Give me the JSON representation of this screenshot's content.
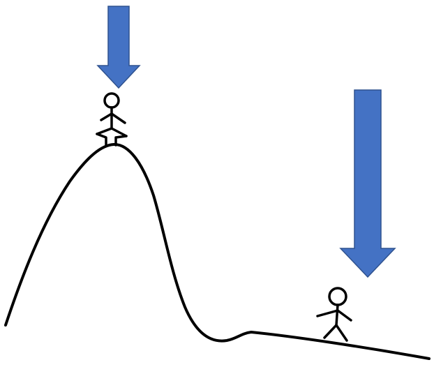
{
  "colors": {
    "background": "#ffffff",
    "arrow_fill": "#4472c4",
    "arrow_stroke": "#2f528f",
    "ink": "#000000"
  },
  "diagram": {
    "elements": [
      {
        "kind": "terrain",
        "description": "hill-with-tall-peak-and-low-plain"
      },
      {
        "kind": "arrow",
        "icon": "down-arrow-icon",
        "relative_length": "short",
        "target": "figure-on-peak"
      },
      {
        "kind": "arrow",
        "icon": "down-arrow-icon",
        "relative_length": "long",
        "target": "figure-on-plain"
      },
      {
        "kind": "figure",
        "icon": "stick-figure-icon",
        "location": "peak",
        "pose": "standing"
      },
      {
        "kind": "figure",
        "icon": "stick-figure-icon",
        "location": "plain",
        "pose": "walking"
      }
    ]
  }
}
